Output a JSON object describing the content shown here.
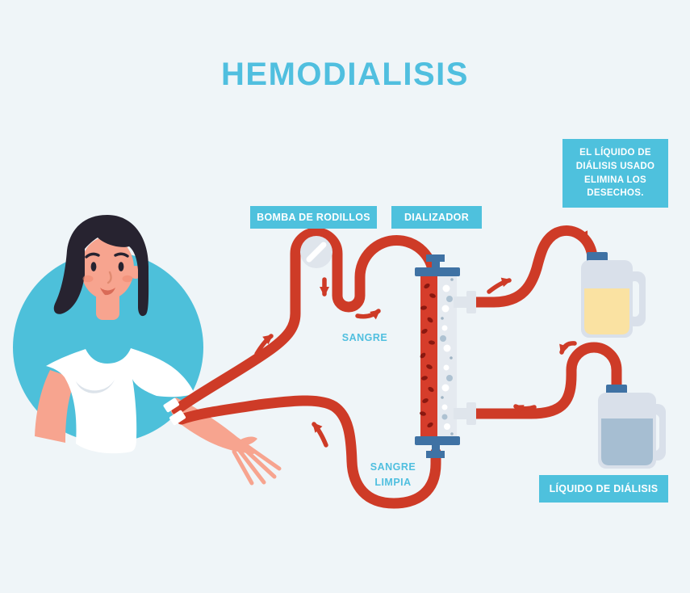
{
  "title": "HEMODIALISIS",
  "labels": {
    "pump": "BOMBA DE RODILLOS",
    "dialyzer": "DIALIZADOR",
    "blood": "SANGRE",
    "clean_blood": "SANGRE LIMPIA",
    "dialysis_fluid_tank": "LÍQUIDO DE DIÁLISIS",
    "used_fluid_note": "EL LÍQUIDO DE DIÁLISIS USADO ELIMINA LOS DESECHOS."
  },
  "colors": {
    "background": "#EFF5F8",
    "accent_cyan": "#4EC1DD",
    "title_cyan": "#50BFDF",
    "tube_red": "#CE3B27",
    "blood_dark_red": "#8A1810",
    "cap_blue": "#3F72A4",
    "machine_gray": "#DFE5EC",
    "used_dialysate_yellow": "#FAE2A2",
    "fresh_dialysate_blue": "#A6BED2",
    "skin": "#F7A48F",
    "hair": "#272330",
    "portrait_circle_teal": "#4DC0DA"
  }
}
